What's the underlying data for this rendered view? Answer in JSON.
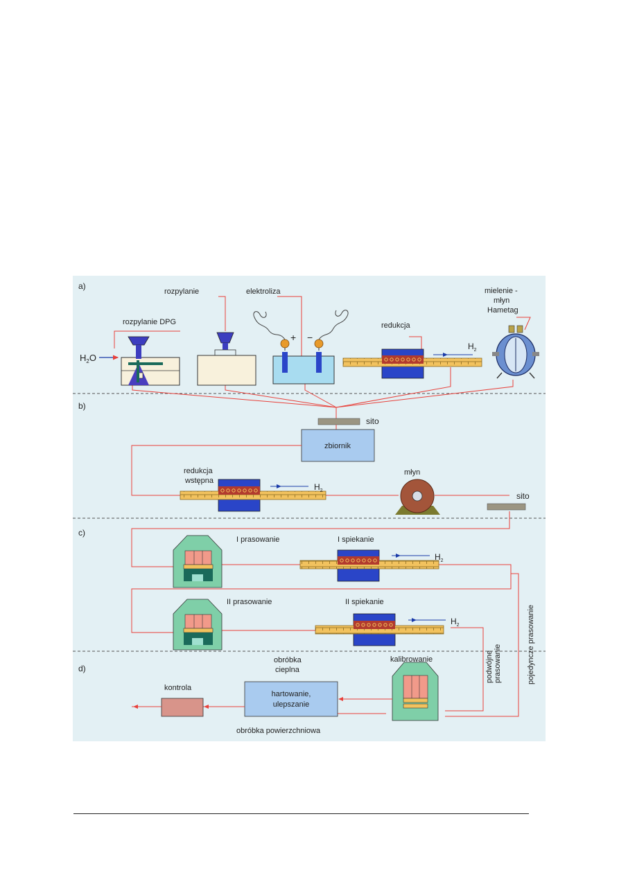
{
  "sections": {
    "a": "a)",
    "b": "b)",
    "c": "c)",
    "d": "d)"
  },
  "labels": {
    "h2o_h": "H",
    "h2o_sub": "2",
    "h2o_o": "O",
    "dpg": "rozpylanie DPG",
    "rozpylanie": "rozpylanie",
    "elektroliza": "elektroliza",
    "plus": "+",
    "minus": "−",
    "redukcja": "redukcja",
    "mielenie_1": "mielenie -",
    "mielenie_2": "młyn",
    "mielenie_3": "Hametag",
    "h": "H",
    "sub2": "2",
    "sito": "sito",
    "zbiornik": "zbiornik",
    "redukcja_wstepna_1": "redukcja",
    "redukcja_wstepna_2": "wstępna",
    "mlyn": "młyn",
    "sito2": "sito",
    "i_prasowanie": "I prasowanie",
    "i_spiekanie": "I spiekanie",
    "ii_prasowanie": "II prasowanie",
    "ii_spiekanie": "II spiekanie",
    "podwojne_1": "podwójne",
    "podwojne_2": "prasowanie",
    "pojedyncze": "pojedyncze prasowanie",
    "obrobka_cieplna_1": "obróbka",
    "obrobka_cieplna_2": "cieplna",
    "kalibrowanie": "kalibrowanie",
    "kontrola": "kontrola",
    "hartowanie_1": "hartowanie,",
    "hartowanie_2": "ulepszanie",
    "obrobka_powierzchniowa": "obróbka powierzchniowa"
  },
  "colors": {
    "panel": "#e3f0f4",
    "line": "#e8403a",
    "blue_arrow": "#1a3aa8",
    "furnace_blue": "#2a45c8",
    "furnace_red": "#b23a2e",
    "belt": "#f2c25e",
    "press_green": "#7fcfa8",
    "box_blue": "#a9cbef",
    "kontrola": "#d8948a",
    "sito": "#9b9582",
    "mill": "#a3553a",
    "mill_base": "#7b7a2f"
  }
}
